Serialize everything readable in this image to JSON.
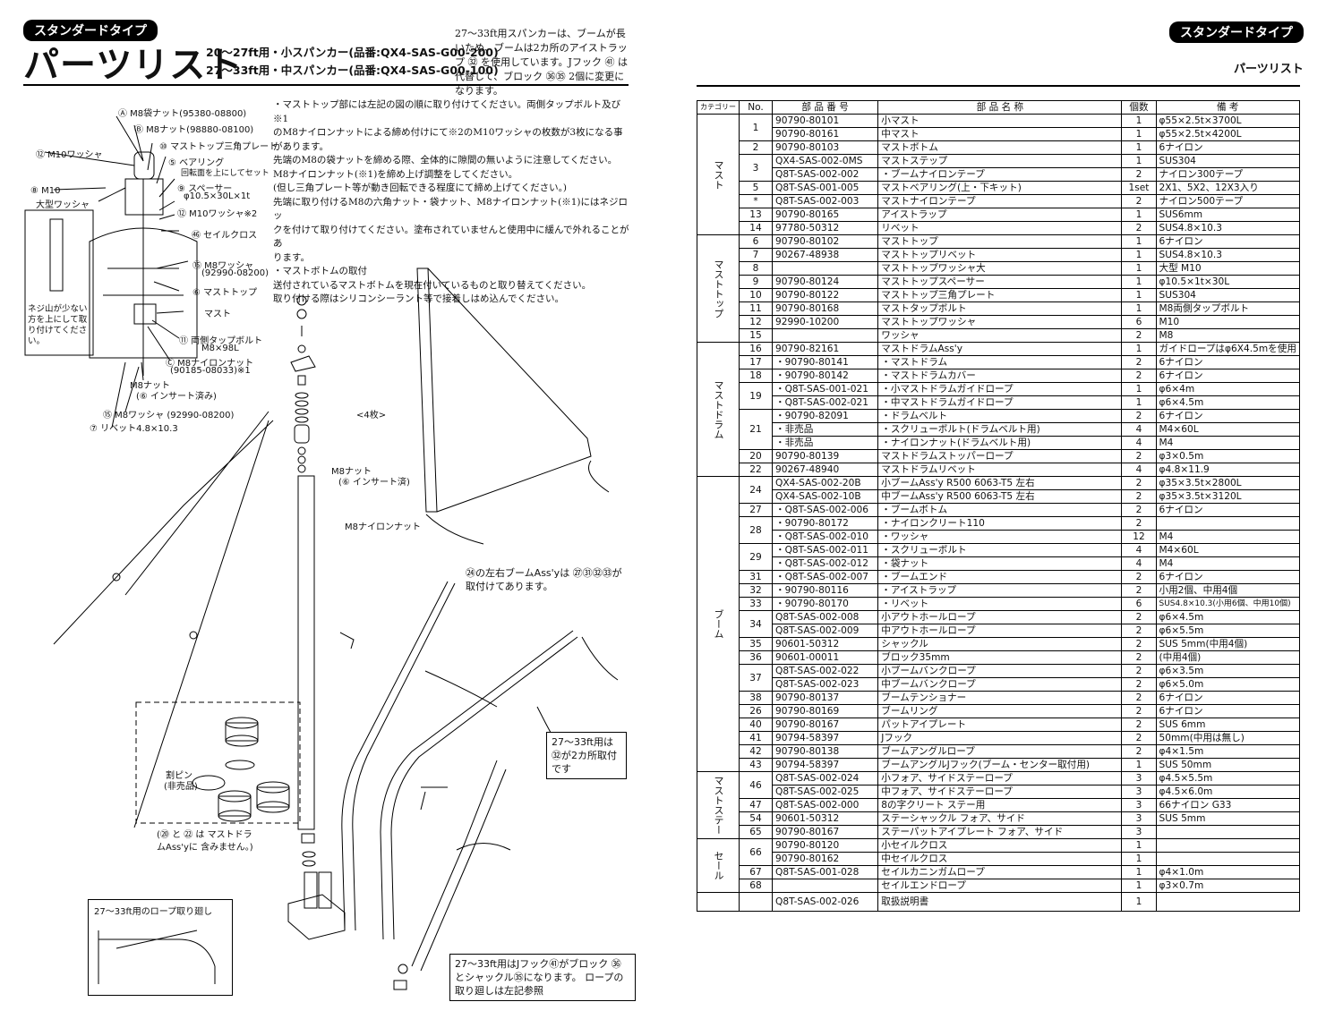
{
  "left": {
    "badge": "スタンダードタイプ",
    "title": "パーツリスト",
    "model_line1": "20〜27ft用・小スパンカー(品番:QX4-SAS-G00-200)",
    "model_line2": "27〜33ft用・中スパンカー(品番:QX4-SAS-G00-100)",
    "note_top": "27〜33ft用スパンカーは、ブームが長いため、ブームは2カ所のアイストラップ ㉜ を使用しています。Jフック ㊶ は代替して、ブロック ㊱㉟ 2個に変更になります。",
    "instructions": [
      "・マストトップ部には左記の図の順に取り付けてください。両側タップボルト及び※1",
      "のM8ナイロンナットによる締め付けにて※2のM10ワッシャの枚数が3枚になる事",
      "があります。",
      "先端のM8の袋ナットを締める際、全体的に隙間の無いように注意してください。",
      "M8ナイロンナット(※1)を締め上げ調整をしてください。",
      "(但し三角プレート等が動き回転できる程度にて締め上げてください。)",
      "先端に取り付けるM8の六角ナット・袋ナット、M8ナイロンナット(※1)にはネジロッ",
      "クを付けて取り付けてください。塗布されていませんと使用中に緩んで外れることがあ",
      "ります。",
      "・マストボトムの取付",
      "送付されているマストボトムを現在付いているものと取り替えてください。",
      "取り付ける際はシリコンシーラント等で接着しはめ込んでください。"
    ],
    "diagram_labels": {
      "a": "Ⓐ M8袋ナット(95380-08800)",
      "b": "Ⓑ M8ナット(98880-08100)",
      "c10": "⑩ マストトップ三角プレート",
      "w12": "⑫ M10ワッシャ",
      "bearing": "⑤ ベアリング",
      "bearing2": "回転面を上にしてセット",
      "spacer": "⑨ スペーサー",
      "spacer2": "φ10.5×30L×1t",
      "w10b": "⑫ M10ワッシャ※2",
      "m10big": "⑧ M10",
      "m10big2": "大型ワッシャ",
      "sailcross": "㊻ セイルクロス",
      "w15": "⑮ M8ワッシャ",
      "w15b": "(92990-08200)",
      "masttop": "⑥ マストトップ",
      "mast": "マスト",
      "tapbolt": "⑪ 両側タップボルト",
      "tapbolt2": "M8×98L",
      "nylon": "Ⓒ M8ナイロンナット",
      "nylon2": "(90185-08033)※1",
      "m8nut": "M8ナット",
      "m8nut2": "(⑥ インサート済み)",
      "w15c": "⑮ M8ワッシャ (92990-08200)",
      "rivet": "⑦ リベット4.8×10.3",
      "screwnote": "ネジ山が少ない方を上にして取り付けてください。",
      "four": "<4枚>",
      "m8nut3": "M8ナット",
      "m8nut4": "(⑥ インサート済)",
      "nylon3": "M8ナイロンナット",
      "cutpin": "割ピン",
      "cutpin2": "(非売品)",
      "dashnote": "(⑳ と ㉒ は マストドラムAss'yに 含みません。)",
      "boomnote": "㉔の左右ブームAss'yは ㉗㉛㉜㉝が取付けてあります。",
      "note32": "27〜33ft用は ㉜が2カ所取付です",
      "note41": "27〜33ft用はJフック㊶がブロック ㊱とシャックル㉟になります。 ロープの取り廻しは左記参照",
      "rope_title": "27〜33ft用のロープ取り廻し"
    }
  },
  "right": {
    "badge": "スタンダードタイプ",
    "subtitle": "パーツリスト",
    "headers": [
      "カテゴリー",
      "No.",
      "部 品 番 号",
      "部 品 名 称",
      "個数",
      "備 考"
    ],
    "categories": [
      {
        "name": "マスト",
        "rows": [
          {
            "no": "1",
            "pn": "90790-80101",
            "name": "小マスト",
            "qty": "1",
            "note": "φ55×2.5t×3700L"
          },
          {
            "no": "",
            "pn": "90790-80161",
            "name": "中マスト",
            "qty": "1",
            "note": "φ55×2.5t×4200L"
          },
          {
            "no": "2",
            "pn": "90790-80103",
            "name": "マストボトム",
            "qty": "1",
            "note": "6ナイロン"
          },
          {
            "no": "3",
            "pn": "QX4-SAS-002-0MS",
            "name": "マストステップ",
            "qty": "1",
            "note": "SUS304"
          },
          {
            "no": "",
            "pn": "Q8T-SAS-002-002",
            "name": "・ブームナイロンテープ",
            "qty": "2",
            "note": "ナイロン300テープ"
          },
          {
            "no": "5",
            "pn": "Q8T-SAS-001-005",
            "name": "マストベアリング(上・下キット)",
            "qty": "1set",
            "note": "2X1、5X2、12X3入り"
          },
          {
            "no": "*",
            "pn": "Q8T-SAS-002-003",
            "name": "マストナイロンテープ",
            "qty": "2",
            "note": "ナイロン500テープ"
          },
          {
            "no": "13",
            "pn": "90790-80165",
            "name": "アイストラップ",
            "qty": "1",
            "note": "SUS6mm"
          },
          {
            "no": "14",
            "pn": "97780-50312",
            "name": "リベット",
            "qty": "2",
            "note": "SUS4.8×10.3"
          }
        ]
      },
      {
        "name": "マストトップ",
        "rows": [
          {
            "no": "6",
            "pn": "90790-80102",
            "name": "マストトップ",
            "qty": "1",
            "note": "6ナイロン"
          },
          {
            "no": "7",
            "pn": "90267-48938",
            "name": "マストトップリベット",
            "qty": "1",
            "note": "SUS4.8×10.3"
          },
          {
            "no": "8",
            "pn": "",
            "name": "マストトップワッシャ大",
            "qty": "1",
            "note": "大型 M10"
          },
          {
            "no": "9",
            "pn": "90790-80124",
            "name": "マストトップスペーサー",
            "qty": "1",
            "note": "φ10.5×1t×30L"
          },
          {
            "no": "10",
            "pn": "90790-80122",
            "name": "マストトップ三角プレート",
            "qty": "1",
            "note": "SUS304"
          },
          {
            "no": "11",
            "pn": "90790-80168",
            "name": "マストタップボルト",
            "qty": "1",
            "note": "M8両側タップボルト"
          },
          {
            "no": "12",
            "pn": "92990-10200",
            "name": "マストトップワッシャ",
            "qty": "6",
            "note": "M10"
          },
          {
            "no": "15",
            "pn": "",
            "name": "ワッシャ",
            "qty": "2",
            "note": "M8"
          }
        ]
      },
      {
        "name": "マストドラム",
        "rows": [
          {
            "no": "16",
            "pn": "90790-82161",
            "name": "マストドラムAss'y",
            "qty": "1",
            "note": "ガイドロープはφ6X4.5mを使用"
          },
          {
            "no": "17",
            "pn": "・90790-80141",
            "name": "・マストドラム",
            "qty": "2",
            "note": "6ナイロン"
          },
          {
            "no": "18",
            "pn": "・90790-80142",
            "name": "・マストドラムカバー",
            "qty": "2",
            "note": "6ナイロン"
          },
          {
            "no": "19",
            "pn": "・Q8T-SAS-001-021",
            "name": "・小マストドラムガイドロープ",
            "qty": "1",
            "note": "φ6×4m"
          },
          {
            "no": "",
            "pn": "・Q8T-SAS-002-021",
            "name": "・中マストドラムガイドロープ",
            "qty": "1",
            "note": "φ6×4.5m"
          },
          {
            "no": "21",
            "pn": "・90790-82091",
            "name": "・ドラムベルト",
            "qty": "2",
            "note": "6ナイロン"
          },
          {
            "no": "",
            "pn": "・非売品",
            "name": "・スクリューボルト(ドラムベルト用)",
            "qty": "4",
            "note": "M4×60L"
          },
          {
            "no": "",
            "pn": "・非売品",
            "name": "・ナイロンナット(ドラムベルト用)",
            "qty": "4",
            "note": "M4"
          },
          {
            "no": "20",
            "pn": "90790-80139",
            "name": "マストドラムストッパーロープ",
            "qty": "2",
            "note": "φ3×0.5m"
          },
          {
            "no": "22",
            "pn": "90267-48940",
            "name": "マストドラムリベット",
            "qty": "4",
            "note": "φ4.8×11.9"
          }
        ]
      },
      {
        "name": "ブーム",
        "rows": [
          {
            "no": "24",
            "pn": "QX4-SAS-002-20B",
            "name": "小ブームAss'y R500 6063-T5 左右",
            "qty": "2",
            "note": "φ35×3.5t×2800L"
          },
          {
            "no": "",
            "pn": "QX4-SAS-002-10B",
            "name": "中ブームAss'y R500 6063-T5 左右",
            "qty": "2",
            "note": "φ35×3.5t×3120L"
          },
          {
            "no": "27",
            "pn": "・Q8T-SAS-002-006",
            "name": "・ブームボトム",
            "qty": "2",
            "note": "6ナイロン"
          },
          {
            "no": "28",
            "pn": "・90790-80172",
            "name": "・ナイロンクリート110",
            "qty": "2",
            "note": ""
          },
          {
            "no": "",
            "pn": "・Q8T-SAS-002-010",
            "name": "・ワッシャ",
            "qty": "12",
            "note": "M4"
          },
          {
            "no": "29",
            "pn": "・Q8T-SAS-002-011",
            "name": "・スクリューボルト",
            "qty": "4",
            "note": "M4×60L"
          },
          {
            "no": "",
            "pn": "・Q8T-SAS-002-012",
            "name": "・袋ナット",
            "qty": "4",
            "note": "M4"
          },
          {
            "no": "31",
            "pn": "・Q8T-SAS-002-007",
            "name": "・ブームエンド",
            "qty": "2",
            "note": "6ナイロン"
          },
          {
            "no": "32",
            "pn": "・90790-80116",
            "name": "・アイストラップ",
            "qty": "2",
            "note": "小用2個、中用4個"
          },
          {
            "no": "33",
            "pn": "・90790-80170",
            "name": "・リベット",
            "qty": "6",
            "note": "SUS4.8×10.3(小用6個、中用10個)"
          },
          {
            "no": "34",
            "pn": "Q8T-SAS-002-008",
            "name": "小アウトホールロープ",
            "qty": "2",
            "note": "φ6×4.5m"
          },
          {
            "no": "",
            "pn": "Q8T-SAS-002-009",
            "name": "中アウトホールロープ",
            "qty": "2",
            "note": "φ6×5.5m"
          },
          {
            "no": "35",
            "pn": "90601-50312",
            "name": "シャックル",
            "qty": "2",
            "note": "SUS 5mm(中用4個)"
          },
          {
            "no": "36",
            "pn": "90601-00011",
            "name": "ブロック35mm",
            "qty": "2",
            "note": "(中用4個)"
          },
          {
            "no": "37",
            "pn": "Q8T-SAS-002-022",
            "name": "小ブームバンクロープ",
            "qty": "2",
            "note": "φ6×3.5m"
          },
          {
            "no": "",
            "pn": "Q8T-SAS-002-023",
            "name": "中ブームバンクロープ",
            "qty": "2",
            "note": "φ6×5.0m"
          },
          {
            "no": "38",
            "pn": "90790-80137",
            "name": "ブームテンショナー",
            "qty": "2",
            "note": "6ナイロン"
          },
          {
            "no": "26",
            "pn": "90790-80169",
            "name": "ブームリング",
            "qty": "2",
            "note": "6ナイロン"
          },
          {
            "no": "40",
            "pn": "90790-80167",
            "name": "パットアイプレート",
            "qty": "2",
            "note": "SUS 6mm"
          },
          {
            "no": "41",
            "pn": "90794-58397",
            "name": "Jフック",
            "qty": "2",
            "note": "50mm(中用は無し)"
          },
          {
            "no": "42",
            "pn": "90790-80138",
            "name": "ブームアングルロープ",
            "qty": "2",
            "note": "φ4×1.5m"
          },
          {
            "no": "43",
            "pn": "90794-58397",
            "name": "ブームアングルJフック(ブーム・センター取付用)",
            "qty": "1",
            "note": "SUS 50mm"
          }
        ]
      },
      {
        "name": "マストステー",
        "rows": [
          {
            "no": "46",
            "pn": "Q8T-SAS-002-024",
            "name": "小フォア、サイドステーロープ",
            "qty": "3",
            "note": "φ4.5×5.5m"
          },
          {
            "no": "",
            "pn": "Q8T-SAS-002-025",
            "name": "中フォア、サイドステーロープ",
            "qty": "3",
            "note": "φ4.5×6.0m"
          },
          {
            "no": "47",
            "pn": "Q8T-SAS-002-000",
            "name": "8の字クリート ステー用",
            "qty": "3",
            "note": "66ナイロン G33"
          },
          {
            "no": "54",
            "pn": "90601-50312",
            "name": "ステーシャックル フォア、サイド",
            "qty": "3",
            "note": "SUS 5mm"
          },
          {
            "no": "65",
            "pn": "90790-80167",
            "name": "ステーパットアイプレート フォア、サイド",
            "qty": "3",
            "note": ""
          }
        ]
      },
      {
        "name": "セール",
        "rows": [
          {
            "no": "66",
            "pn": "90790-80120",
            "name": "小セイルクロス",
            "qty": "1",
            "note": ""
          },
          {
            "no": "",
            "pn": "90790-80162",
            "name": "中セイルクロス",
            "qty": "1",
            "note": ""
          },
          {
            "no": "67",
            "pn": "Q8T-SAS-001-028",
            "name": "セイルカニンガムロープ",
            "qty": "1",
            "note": "φ4×1.0m"
          },
          {
            "no": "68",
            "pn": "",
            "name": "セイルエンドロープ",
            "qty": "1",
            "note": "φ3×0.7m"
          }
        ]
      },
      {
        "name": "",
        "rows": [
          {
            "no": "",
            "pn": "Q8T-SAS-002-026",
            "name": "取扱説明書",
            "qty": "1",
            "note": ""
          }
        ]
      }
    ]
  }
}
